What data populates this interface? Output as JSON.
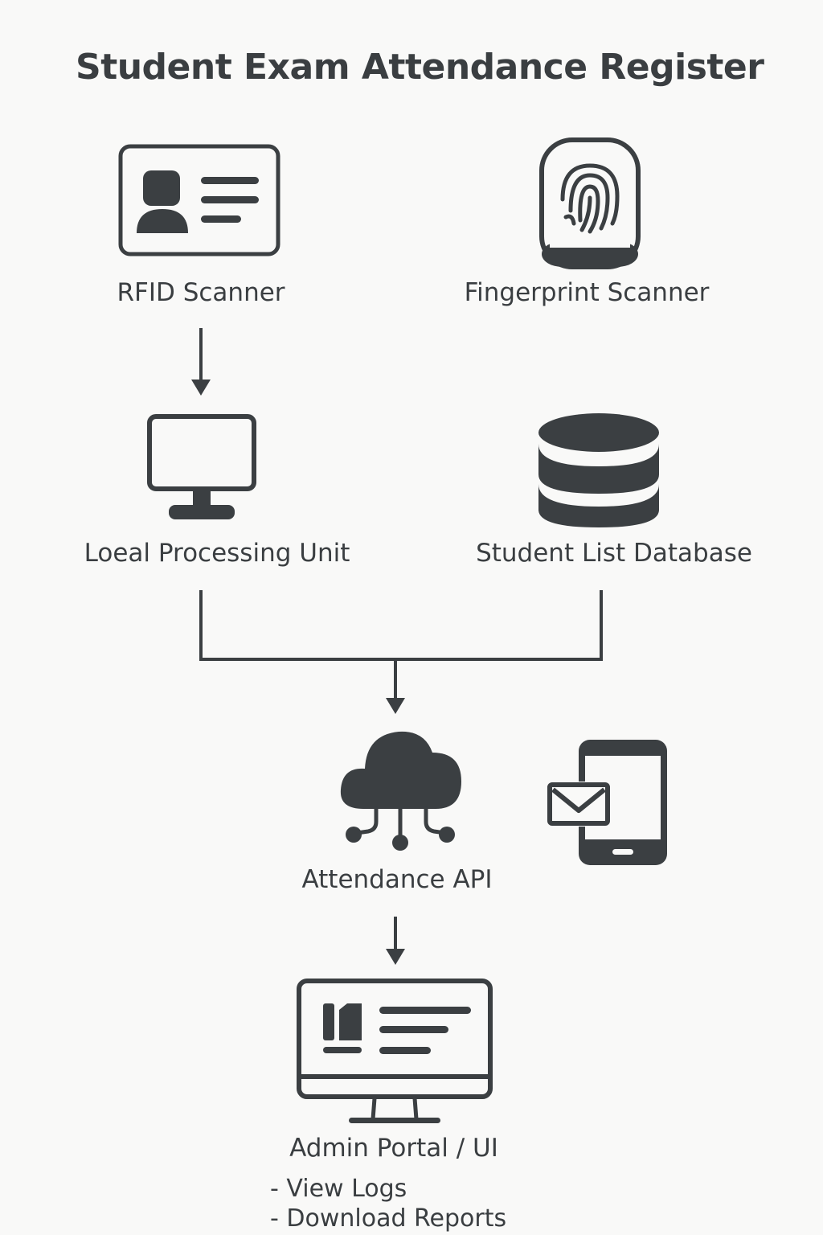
{
  "title": "Student Exam Attendance Register",
  "nodes": {
    "rfid_scanner": {
      "label": "RFID Scanner",
      "icon": "id-card-icon"
    },
    "fingerprint_scanner": {
      "label": "Fingerprint Scanner",
      "icon": "fingerprint-icon"
    },
    "local_processing_unit": {
      "label": "Loeal Processing Unit",
      "icon": "monitor-icon"
    },
    "student_list_database": {
      "label": "Student List Database",
      "icon": "database-icon"
    },
    "attendance_api": {
      "label": "Attendance API",
      "icon": "cloud-network-icon"
    },
    "notification": {
      "icon": "mobile-message-icon"
    },
    "admin_portal": {
      "label": "Admin Portal / UI",
      "icon": "dashboard-monitor-icon",
      "features": [
        "View Logs",
        "Download Reports"
      ]
    }
  },
  "edges": [
    {
      "from": "rfid_scanner",
      "to": "local_processing_unit"
    },
    {
      "from": "local_processing_unit",
      "to": "attendance_api"
    },
    {
      "from": "student_list_database",
      "to": "attendance_api"
    },
    {
      "from": "attendance_api",
      "to": "admin_portal"
    }
  ],
  "colors": {
    "ink": "#3b3f42",
    "background": "#f9f9f8"
  }
}
